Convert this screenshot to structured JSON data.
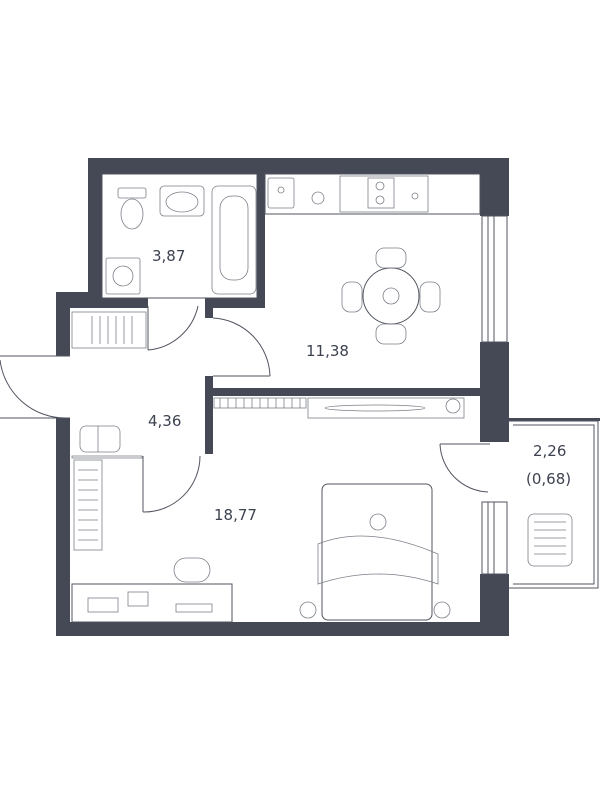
{
  "floorplan": {
    "rooms": [
      {
        "id": "bathroom",
        "area": "3,87"
      },
      {
        "id": "kitchen",
        "area": "11,38"
      },
      {
        "id": "hallway",
        "area": "4,36"
      },
      {
        "id": "living-room",
        "area": "18,77"
      },
      {
        "id": "balcony",
        "area": "2,26",
        "sub_area": "(0,68)"
      }
    ],
    "colors": {
      "wall": "#454955",
      "line": "#50545f",
      "text": "#3d4250",
      "background": "#ffffff"
    }
  }
}
